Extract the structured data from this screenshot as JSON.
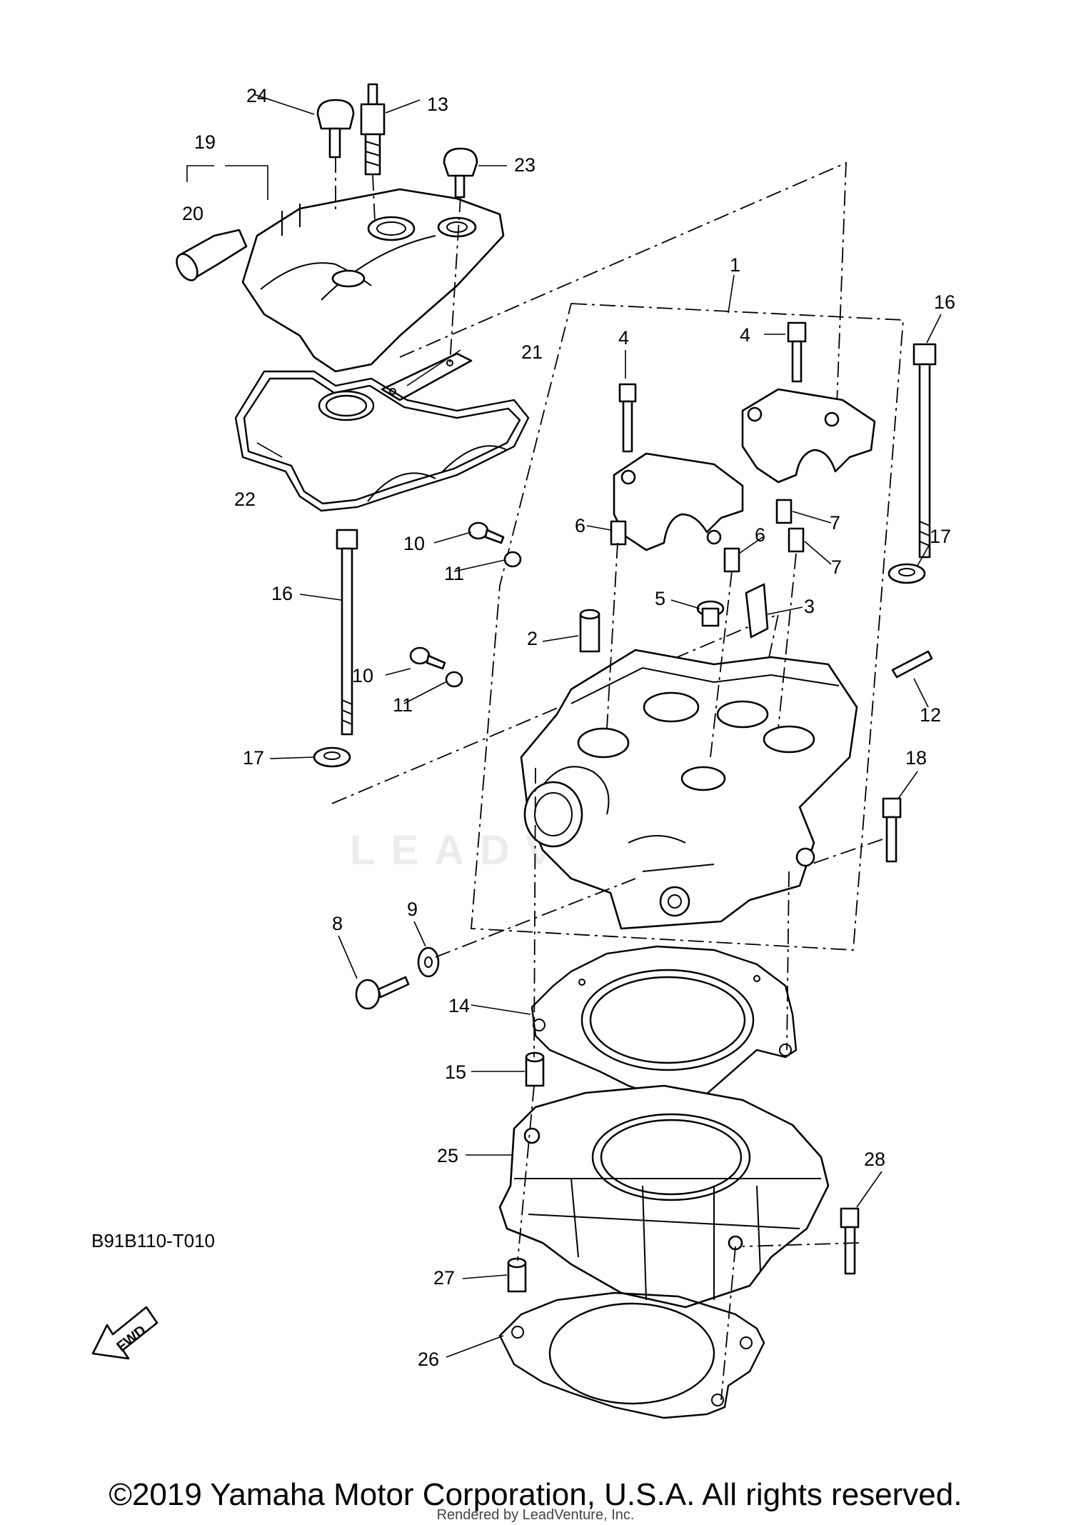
{
  "diagram": {
    "figure_code": "B91B110-T010",
    "fwd_label": "FWD",
    "watermark": "LEADVENTURE",
    "callouts": [
      "1",
      "2",
      "3",
      "4",
      "4",
      "5",
      "6",
      "6",
      "7",
      "7",
      "8",
      "9",
      "10",
      "10",
      "11",
      "11",
      "12",
      "13",
      "14",
      "15",
      "16",
      "16",
      "17",
      "17",
      "18",
      "19",
      "20",
      "21",
      "22",
      "23",
      "24",
      "25",
      "26",
      "27",
      "28"
    ]
  },
  "footer": {
    "copyright": "©2019 Yamaha Motor Corporation, U.S.A. All rights reserved.",
    "rendered_by": "Rendered by LeadVenture, Inc."
  }
}
